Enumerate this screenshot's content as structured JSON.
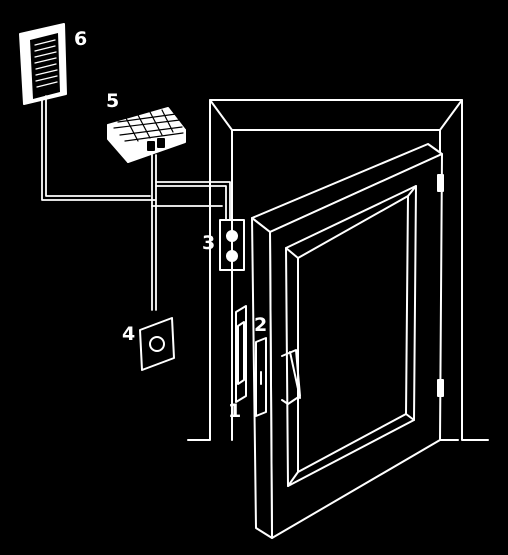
{
  "diagram": {
    "background": "#000000",
    "line_color": "#ffffff",
    "components": [
      {
        "id": "door-strike",
        "label": "1"
      },
      {
        "id": "door-contact",
        "label": "2"
      },
      {
        "id": "junction-box",
        "label": "3"
      },
      {
        "id": "push-button",
        "label": "4"
      },
      {
        "id": "power-supply",
        "label": "5"
      },
      {
        "id": "intercom-panel",
        "label": "6"
      }
    ]
  }
}
